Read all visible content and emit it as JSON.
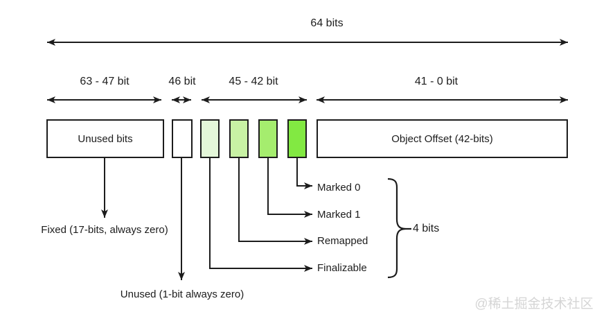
{
  "diagram": {
    "total": {
      "label": "64 bits"
    },
    "ranges": [
      {
        "label": "63 - 47 bit"
      },
      {
        "label": "46 bit"
      },
      {
        "label": "45 - 42 bit"
      },
      {
        "label": "41 - 0 bit"
      }
    ],
    "boxes": {
      "unused": {
        "label": "Unused bits"
      },
      "object_offset": {
        "label": "Object Offset (42-bits)"
      }
    },
    "flags": [
      {
        "label": "Finalizable",
        "color": "#e4f7d9"
      },
      {
        "label": "Remapped",
        "color": "#c8f2a4"
      },
      {
        "label": "Marked 1",
        "color": "#a5ed6e"
      },
      {
        "label": "Marked 0",
        "color": "#82e942"
      }
    ],
    "annotations": {
      "fixed": {
        "label": "Fixed (17-bits, always zero)"
      },
      "unused_bit": {
        "label": "Unused (1-bit always zero)"
      },
      "group": {
        "label": "4 bits"
      }
    },
    "colors": {
      "line": "#1c1c1c"
    }
  },
  "watermark": {
    "label": "@稀土掘金技术社区"
  }
}
